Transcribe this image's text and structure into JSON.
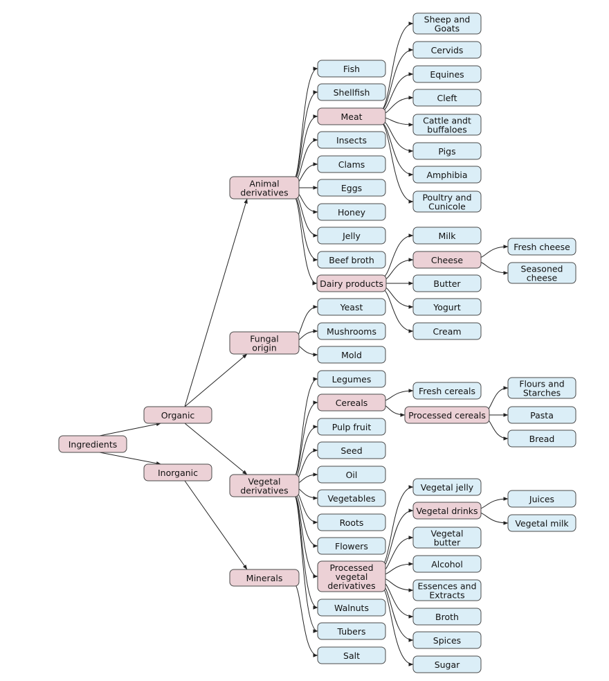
{
  "colors": {
    "internal_fill": "#ecd1d6",
    "leaf_fill": "#dbeef7",
    "border": "#4a4a4a",
    "edge": "#222222"
  },
  "nodes": {
    "ingredients": {
      "label": "Ingredients",
      "kind": "internal"
    },
    "organic": {
      "label": "Organic",
      "kind": "internal"
    },
    "inorganic": {
      "label": "Inorganic",
      "kind": "internal"
    },
    "animal": {
      "label": "Animal\nderivatives",
      "kind": "internal"
    },
    "fungal": {
      "label": "Fungal\norigin",
      "kind": "internal"
    },
    "vegetal": {
      "label": "Vegetal\nderivatives",
      "kind": "internal"
    },
    "minerals": {
      "label": "Minerals",
      "kind": "internal"
    },
    "fish": {
      "label": "Fish",
      "kind": "leaf"
    },
    "shellfish": {
      "label": "Shellfish",
      "kind": "leaf"
    },
    "meat": {
      "label": "Meat",
      "kind": "internal"
    },
    "insects": {
      "label": "Insects",
      "kind": "leaf"
    },
    "clams": {
      "label": "Clams",
      "kind": "leaf"
    },
    "eggs": {
      "label": "Eggs",
      "kind": "leaf"
    },
    "honey": {
      "label": "Honey",
      "kind": "leaf"
    },
    "jelly": {
      "label": "Jelly",
      "kind": "leaf"
    },
    "beefbroth": {
      "label": "Beef broth",
      "kind": "leaf"
    },
    "dairy": {
      "label": "Dairy products",
      "kind": "internal"
    },
    "yeast": {
      "label": "Yeast",
      "kind": "leaf"
    },
    "mushrooms": {
      "label": "Mushrooms",
      "kind": "leaf"
    },
    "mold": {
      "label": "Mold",
      "kind": "leaf"
    },
    "legumes": {
      "label": "Legumes",
      "kind": "leaf"
    },
    "cereals": {
      "label": "Cereals",
      "kind": "internal"
    },
    "pulpfruit": {
      "label": "Pulp fruit",
      "kind": "leaf"
    },
    "seed": {
      "label": "Seed",
      "kind": "leaf"
    },
    "oil": {
      "label": "Oil",
      "kind": "leaf"
    },
    "vegetables": {
      "label": "Vegetables",
      "kind": "leaf"
    },
    "roots": {
      "label": "Roots",
      "kind": "leaf"
    },
    "flowers": {
      "label": "Flowers",
      "kind": "leaf"
    },
    "processedveg": {
      "label": "Processed\nvegetal\nderivatives",
      "kind": "internal"
    },
    "walnuts": {
      "label": "Walnuts",
      "kind": "leaf"
    },
    "tubers": {
      "label": "Tubers",
      "kind": "leaf"
    },
    "salt": {
      "label": "Salt",
      "kind": "leaf"
    },
    "sheep": {
      "label": "Sheep and\nGoats",
      "kind": "leaf"
    },
    "cervids": {
      "label": "Cervids",
      "kind": "leaf"
    },
    "equines": {
      "label": "Equines",
      "kind": "leaf"
    },
    "cleft": {
      "label": "Cleft",
      "kind": "leaf"
    },
    "cattle": {
      "label": "Cattle andt\nbuffaloes",
      "kind": "leaf"
    },
    "pigs": {
      "label": "Pigs",
      "kind": "leaf"
    },
    "amphibia": {
      "label": "Amphibia",
      "kind": "leaf"
    },
    "poultry": {
      "label": "Poultry and\nCunicole",
      "kind": "leaf"
    },
    "milk": {
      "label": "Milk",
      "kind": "leaf"
    },
    "cheese": {
      "label": "Cheese",
      "kind": "internal"
    },
    "butter": {
      "label": "Butter",
      "kind": "leaf"
    },
    "yogurt": {
      "label": "Yogurt",
      "kind": "leaf"
    },
    "cream": {
      "label": "Cream",
      "kind": "leaf"
    },
    "freshcheese": {
      "label": "Fresh cheese",
      "kind": "leaf"
    },
    "seasonedcheese": {
      "label": "Seasoned\ncheese",
      "kind": "leaf"
    },
    "freshcereals": {
      "label": "Fresh cereals",
      "kind": "leaf"
    },
    "processedcereals": {
      "label": "Processed cereals",
      "kind": "internal"
    },
    "flours": {
      "label": "Flours and\nStarches",
      "kind": "leaf"
    },
    "pasta": {
      "label": "Pasta",
      "kind": "leaf"
    },
    "bread": {
      "label": "Bread",
      "kind": "leaf"
    },
    "vegjelly": {
      "label": "Vegetal jelly",
      "kind": "leaf"
    },
    "vegdrinks": {
      "label": "Vegetal drinks",
      "kind": "internal"
    },
    "vegbutter": {
      "label": "Vegetal\nbutter",
      "kind": "leaf"
    },
    "alcohol": {
      "label": "Alcohol",
      "kind": "leaf"
    },
    "essences": {
      "label": "Essences and\nExtracts",
      "kind": "leaf"
    },
    "broth": {
      "label": "Broth",
      "kind": "leaf"
    },
    "spices": {
      "label": "Spices",
      "kind": "leaf"
    },
    "sugar": {
      "label": "Sugar",
      "kind": "leaf"
    },
    "juices": {
      "label": "Juices",
      "kind": "leaf"
    },
    "vegmilk": {
      "label": "Vegetal milk",
      "kind": "leaf"
    }
  },
  "edges": [
    [
      "ingredients",
      "organic"
    ],
    [
      "ingredients",
      "inorganic"
    ],
    [
      "organic",
      "animal"
    ],
    [
      "organic",
      "fungal"
    ],
    [
      "organic",
      "vegetal"
    ],
    [
      "inorganic",
      "minerals"
    ],
    [
      "animal",
      "fish"
    ],
    [
      "animal",
      "shellfish"
    ],
    [
      "animal",
      "meat"
    ],
    [
      "animal",
      "insects"
    ],
    [
      "animal",
      "clams"
    ],
    [
      "animal",
      "eggs"
    ],
    [
      "animal",
      "honey"
    ],
    [
      "animal",
      "jelly"
    ],
    [
      "animal",
      "beefbroth"
    ],
    [
      "animal",
      "dairy"
    ],
    [
      "meat",
      "sheep"
    ],
    [
      "meat",
      "cervids"
    ],
    [
      "meat",
      "equines"
    ],
    [
      "meat",
      "cleft"
    ],
    [
      "meat",
      "cattle"
    ],
    [
      "meat",
      "pigs"
    ],
    [
      "meat",
      "amphibia"
    ],
    [
      "meat",
      "poultry"
    ],
    [
      "dairy",
      "milk"
    ],
    [
      "dairy",
      "cheese"
    ],
    [
      "dairy",
      "butter"
    ],
    [
      "dairy",
      "yogurt"
    ],
    [
      "dairy",
      "cream"
    ],
    [
      "cheese",
      "freshcheese"
    ],
    [
      "cheese",
      "seasonedcheese"
    ],
    [
      "fungal",
      "yeast"
    ],
    [
      "fungal",
      "mushrooms"
    ],
    [
      "fungal",
      "mold"
    ],
    [
      "vegetal",
      "legumes"
    ],
    [
      "vegetal",
      "cereals"
    ],
    [
      "vegetal",
      "pulpfruit"
    ],
    [
      "vegetal",
      "seed"
    ],
    [
      "vegetal",
      "oil"
    ],
    [
      "vegetal",
      "vegetables"
    ],
    [
      "vegetal",
      "roots"
    ],
    [
      "vegetal",
      "flowers"
    ],
    [
      "vegetal",
      "processedveg"
    ],
    [
      "vegetal",
      "walnuts"
    ],
    [
      "vegetal",
      "tubers"
    ],
    [
      "cereals",
      "freshcereals"
    ],
    [
      "cereals",
      "processedcereals"
    ],
    [
      "processedcereals",
      "flours"
    ],
    [
      "processedcereals",
      "pasta"
    ],
    [
      "processedcereals",
      "bread"
    ],
    [
      "processedveg",
      "vegjelly"
    ],
    [
      "processedveg",
      "vegdrinks"
    ],
    [
      "processedveg",
      "vegbutter"
    ],
    [
      "processedveg",
      "alcohol"
    ],
    [
      "processedveg",
      "essences"
    ],
    [
      "processedveg",
      "broth"
    ],
    [
      "processedveg",
      "spices"
    ],
    [
      "processedveg",
      "sugar"
    ],
    [
      "vegdrinks",
      "juices"
    ],
    [
      "vegdrinks",
      "vegmilk"
    ],
    [
      "minerals",
      "salt"
    ]
  ]
}
